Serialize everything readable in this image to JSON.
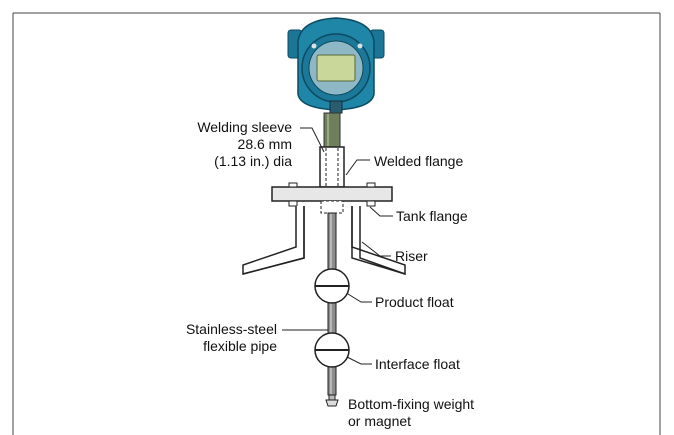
{
  "labels": {
    "welding_sleeve_line1": "Welding sleeve",
    "welding_sleeve_line2": "28.6 mm",
    "welding_sleeve_line3": "(1.13 in.) dia",
    "welded_flange": "Welded flange",
    "tank_flange": "Tank flange",
    "riser": "Riser",
    "product_float": "Product float",
    "stainless_line1": "Stainless-steel",
    "stainless_line2": "flexible pipe",
    "interface_float": "Interface float",
    "weight_line1": "Bottom-fixing weight",
    "weight_line2": "or magnet"
  },
  "colors": {
    "housing": "#1f86a8",
    "housing_dark": "#14607a",
    "display": "#c9d79a",
    "flange": "#e7e7e7",
    "outline": "#222222"
  }
}
